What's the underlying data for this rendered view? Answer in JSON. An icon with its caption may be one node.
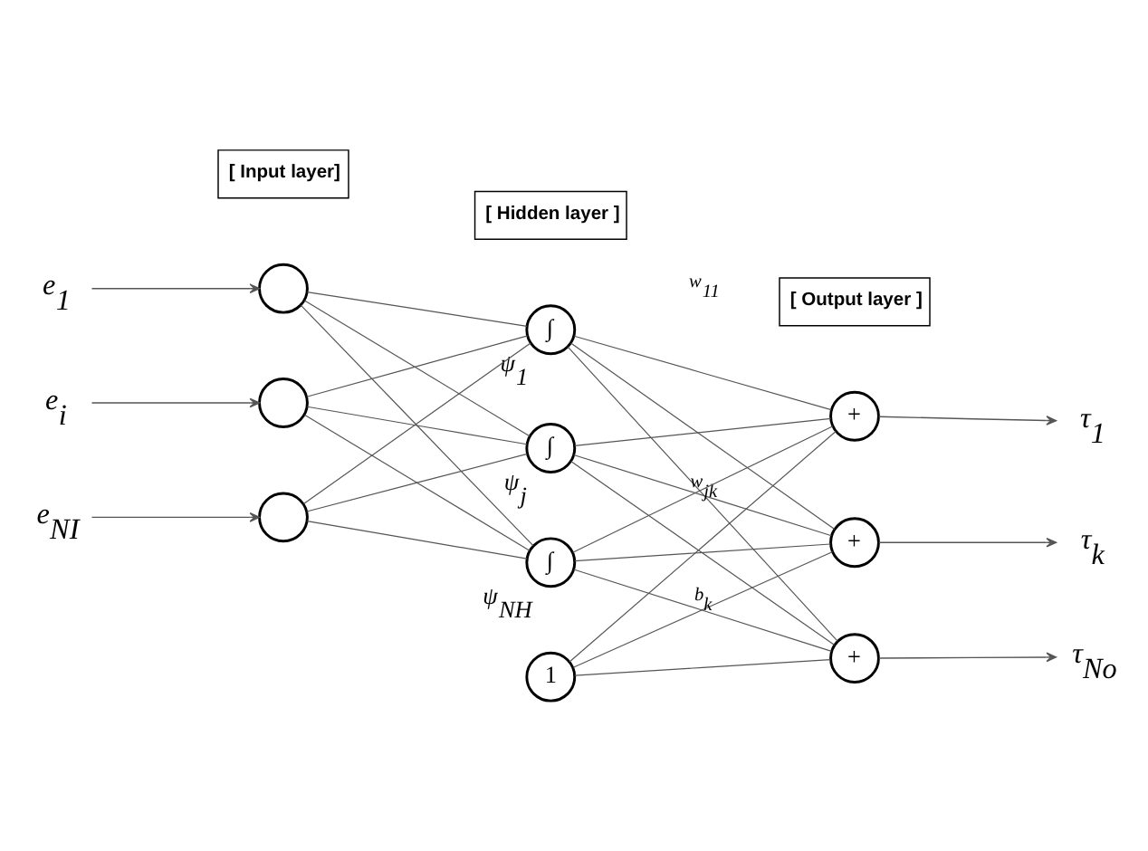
{
  "diagram": {
    "nodes": [
      {
        "text": [
          "[ Input layer]"
        ]
      },
      {
        "text": [
          "[ Hidden layer ]"
        ]
      },
      {
        "text": [
          "[ Output layer ]"
        ]
      },
      {
        "text": [
          "e$_{1}$"
        ]
      },
      {
        "text": [
          "e$_{i}$"
        ]
      },
      {
        "text": [
          "e$_{NI}$"
        ]
      },
      {
        "text": [],
        "shape": "circle"
      },
      {
        "text": [],
        "shape": "circle"
      },
      {
        "text": [],
        "shape": "circle"
      },
      {
        "text": [
          "∫"
        ],
        "beside": [
          "ψ$_{1}$"
        ]
      },
      {
        "text": [
          "∫"
        ],
        "beside": [
          "ψ$_{j}$"
        ]
      },
      {
        "text": [
          "∫"
        ],
        "beside": [
          "ψ$_{NH}$"
        ]
      },
      {
        "text": [
          "+"
        ]
      },
      {
        "text": [
          "+"
        ]
      },
      {
        "text": [
          "+"
        ]
      },
      {
        "text": [
          "1"
        ]
      },
      {
        "text": [
          "τ$_{1}$"
        ]
      },
      {
        "text": [
          "τ$_{k}$"
        ]
      },
      {
        "text": [
          "τ$_{No}$"
        ]
      }
    ],
    "edges": [
      {
        "from": 3,
        "to": 6,
        "arrow": "to"
      },
      {
        "from": 4,
        "to": 7,
        "arrow": "to"
      },
      {
        "from": 5,
        "to": 8,
        "arrow": "to"
      },
      {
        "from": 6,
        "to": 9,
        "arrow": "none"
      },
      {
        "from": 6,
        "to": 10,
        "arrow": "none"
      },
      {
        "from": 6,
        "to": 11,
        "arrow": "none"
      },
      {
        "from": 7,
        "to": 9,
        "arrow": "none"
      },
      {
        "from": 7,
        "to": 10,
        "arrow": "none"
      },
      {
        "from": 7,
        "to": 11,
        "arrow": "none"
      },
      {
        "from": 8,
        "to": 9,
        "arrow": "none"
      },
      {
        "from": 8,
        "to": 10,
        "arrow": "none"
      },
      {
        "from": 8,
        "to": 11,
        "arrow": "none"
      },
      {
        "from": 9,
        "to": 12,
        "arrow": "none",
        "label": "w$_{11}$"
      },
      {
        "from": 9,
        "to": 13,
        "arrow": "none"
      },
      {
        "from": 9,
        "to": 14,
        "arrow": "none"
      },
      {
        "from": 10,
        "to": 12,
        "arrow": "none"
      },
      {
        "from": 10,
        "to": 13,
        "arrow": "none",
        "label": "w$_{jk}$"
      },
      {
        "from": 10,
        "to": 14,
        "arrow": "none"
      },
      {
        "from": 11,
        "to": 12,
        "arrow": "none"
      },
      {
        "from": 11,
        "to": 13,
        "arrow": "none"
      },
      {
        "from": 11,
        "to": 14,
        "arrow": "none"
      },
      {
        "from": 15,
        "to": 12,
        "arrow": "none"
      },
      {
        "from": 15,
        "to": 13,
        "arrow": "none",
        "label": "b$_{k}$"
      },
      {
        "from": 15,
        "to": 14,
        "arrow": "none"
      },
      {
        "from": 12,
        "to": 16,
        "arrow": "to"
      },
      {
        "from": 13,
        "to": 17,
        "arrow": "to"
      },
      {
        "from": 14,
        "to": 18,
        "arrow": "to"
      }
    ]
  }
}
